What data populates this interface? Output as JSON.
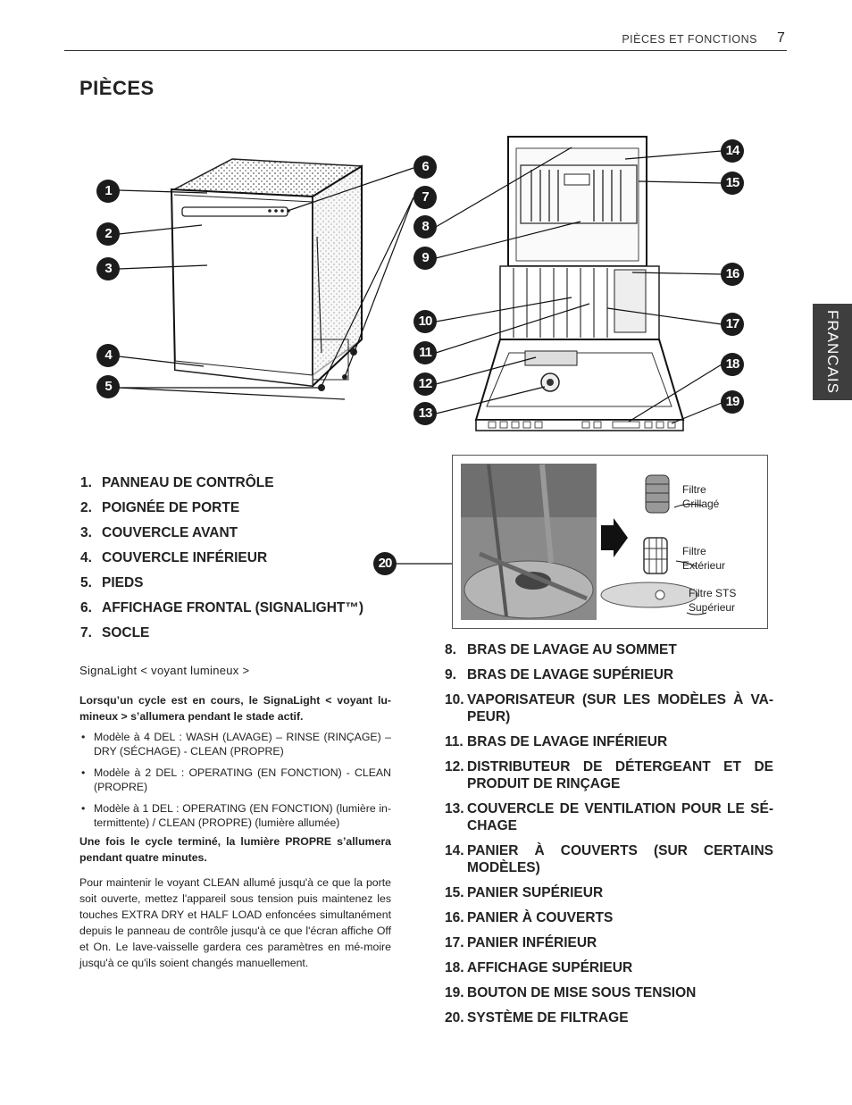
{
  "header": {
    "section": "PIÈCES ET FONCTIONS",
    "page_number": "7"
  },
  "title": "PIÈCES",
  "side_tab": "FRANCAIS",
  "callouts": [
    "1",
    "2",
    "3",
    "4",
    "5",
    "6",
    "7",
    "8",
    "9",
    "10",
    "11",
    "12",
    "13",
    "14",
    "15",
    "16",
    "17",
    "18",
    "19",
    "20"
  ],
  "filter_labels": {
    "mesh": "Filtre Grillagé",
    "outer": "Filtre Extérieur",
    "sts": "Filtre STS Supérieur"
  },
  "parts_left": [
    {
      "num": "1.",
      "label": "PANNEAU DE CONTRÔLE"
    },
    {
      "num": "2.",
      "label": "POIGNÉE DE PORTE"
    },
    {
      "num": "3.",
      "label": "COUVERCLE AVANT"
    },
    {
      "num": "4.",
      "label": "COUVERCLE INFÉRIEUR"
    },
    {
      "num": "5.",
      "label": "PIEDS"
    },
    {
      "num": "6.",
      "label": "AFFICHAGE FRONTAL (SIGNALIGHT™)"
    },
    {
      "num": "7.",
      "label": "SOCLE"
    }
  ],
  "parts_right": [
    {
      "num": "8.",
      "label": "BRAS DE LAVAGE AU SOMMET"
    },
    {
      "num": "9.",
      "label": "BRAS DE LAVAGE SUPÉRIEUR"
    },
    {
      "num": "10.",
      "label": "VAPORISATEUR (SUR LES MODÈLES À VA-PEUR)"
    },
    {
      "num": "11.",
      "label": "BRAS DE LAVAGE INFÉRIEUR"
    },
    {
      "num": "12.",
      "label": "DISTRIBUTEUR DE DÉTERGEANT ET DE PRODUIT DE RINÇAGE"
    },
    {
      "num": "13.",
      "label": "COUVERCLE DE VENTILATION POUR LE SÉ-CHAGE"
    },
    {
      "num": "14.",
      "label": "PANIER À COUVERTS (SUR CERTAINS MODÈLES)"
    },
    {
      "num": "15.",
      "label": "PANIER SUPÉRIEUR"
    },
    {
      "num": "16.",
      "label": "PANIER À COUVERTS"
    },
    {
      "num": "17.",
      "label": "PANIER INFÉRIEUR"
    },
    {
      "num": "18.",
      "label": "AFFICHAGE SUPÉRIEUR"
    },
    {
      "num": "19.",
      "label": "BOUTON DE MISE SOUS TENSION"
    },
    {
      "num": "20.",
      "label": "SYSTÈME DE FILTRAGE"
    }
  ],
  "signalight": {
    "title": "SignaLight < voyant lumineux >",
    "intro": "Lorsqu’un cycle est en cours, le SignaLight < voyant lu-mineux > s’allumera pendant le stade actif.",
    "bullets": [
      "Modèle à 4 DEL : WASH (LAVAGE) – RINSE (RINÇAGE) – DRY (SÉCHAGE) - CLEAN (PROPRE)",
      "Modèle à 2 DEL : OPERATING (EN FONCTION) - CLEAN (PROPRE)",
      "Modèle à 1 DEL : OPERATING (EN FONCTION) (lumière in-termittente) / CLEAN (PROPRE) (lumière allumée)"
    ],
    "after": "Une fois le cycle terminé, la lumière PROPRE s’allumera pendant quatre minutes.",
    "maintain": "Pour maintenir le voyant CLEAN allumé jusqu'à ce que la porte soit ouverte, mettez l'appareil sous tension puis maintenez les touches EXTRA DRY et HALF LOAD enfoncées simultanément depuis le panneau de contrôle jusqu'à ce que l'écran affiche Off et On. Le lave-vaisselle gardera ces paramètres en mé-moire jusqu'à ce qu'ils soient changés manuellement."
  }
}
